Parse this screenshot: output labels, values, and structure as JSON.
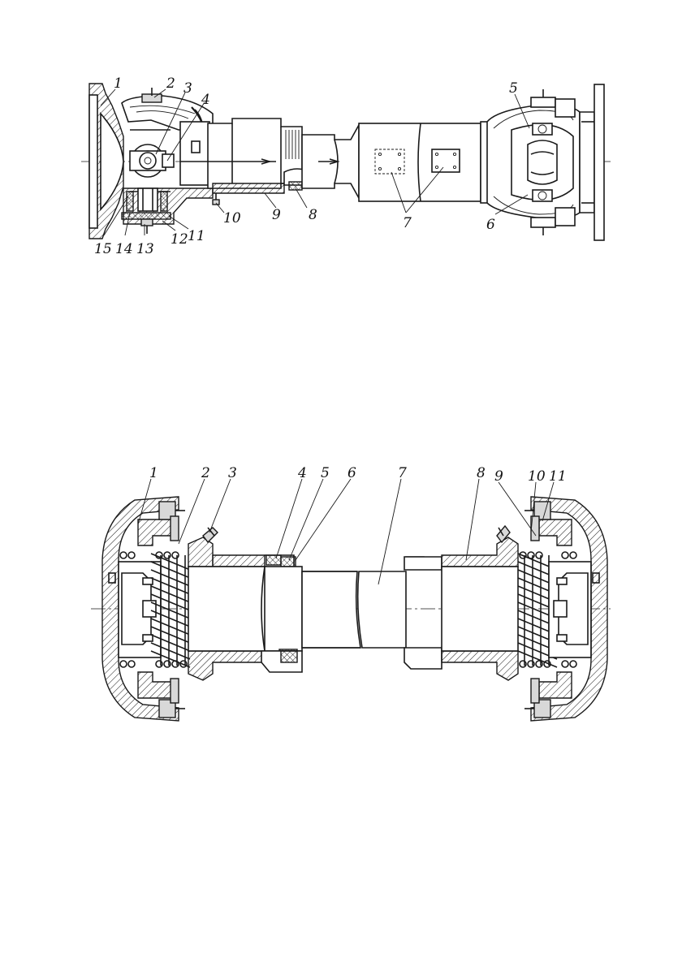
{
  "figure1": {
    "callouts": [
      {
        "text": "1"
      },
      {
        "text": "2"
      },
      {
        "text": "3"
      },
      {
        "text": "4"
      },
      {
        "text": "5"
      },
      {
        "text": "6"
      },
      {
        "text": "7"
      },
      {
        "text": "8"
      },
      {
        "text": "9"
      },
      {
        "text": "10"
      },
      {
        "text": "11"
      },
      {
        "text": "12"
      },
      {
        "text": "13"
      },
      {
        "text": "14"
      },
      {
        "text": "15"
      }
    ]
  },
  "figure2": {
    "callouts": [
      {
        "text": "1"
      },
      {
        "text": "2"
      },
      {
        "text": "3"
      },
      {
        "text": "4"
      },
      {
        "text": "5"
      },
      {
        "text": "6"
      },
      {
        "text": "7"
      },
      {
        "text": "8"
      },
      {
        "text": "9"
      },
      {
        "text": "10"
      },
      {
        "text": "11"
      }
    ]
  }
}
